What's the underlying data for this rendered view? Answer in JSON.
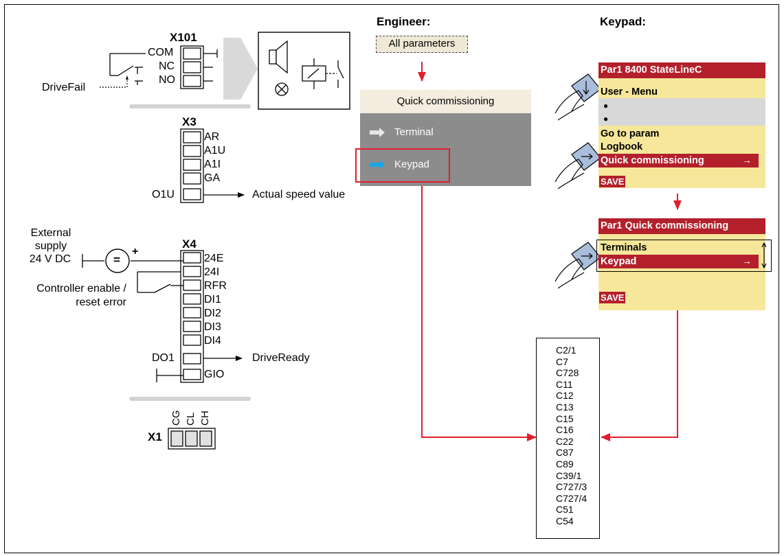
{
  "headers": {
    "engineer": "Engineer:",
    "keypad": "Keypad:"
  },
  "engineer": {
    "all_parameters": "All parameters",
    "panel_title": "Quick commissioning",
    "items": [
      "Terminal",
      "Keypad"
    ]
  },
  "keypad_menu1": {
    "title": "Par1 8400 StateLineC",
    "user_menu": "User - Menu",
    "bullets": [
      "●",
      "●"
    ],
    "go_to_param": "Go to param",
    "logbook": "Logbook",
    "quick_commissioning": "Quick commissioning",
    "arrow": "→",
    "save": "SAVE"
  },
  "keypad_menu2": {
    "title": "Par1 Quick commissioning",
    "terminals": "Terminals",
    "keypad": "Keypad",
    "arrow": "→",
    "save": "SAVE"
  },
  "codes": [
    "C2/1",
    "C7",
    "C728",
    "C11",
    "C12",
    "C13",
    "C15",
    "C16",
    "C22",
    "C87",
    "C89",
    "C39/1",
    "C727/3",
    "C727/4",
    "C51",
    "C54"
  ],
  "x101": {
    "name": "X101",
    "terminals": [
      "COM",
      "NC",
      "NO"
    ],
    "signal": "DriveFail"
  },
  "x3": {
    "name": "X3",
    "terminals": [
      "AR",
      "A1U",
      "A1I",
      "GA"
    ],
    "output_terminal": "O1U",
    "output_label": "Actual speed value"
  },
  "x4": {
    "name": "X4",
    "right_terminals": [
      "24E",
      "24I",
      "RFR",
      "DI1",
      "DI2",
      "DI3",
      "DI4"
    ],
    "do_terminal": "DO1",
    "do_label": "DriveReady",
    "gio": "GIO",
    "supply_lines": [
      "External",
      "supply",
      "24 V DC"
    ],
    "supply_symbol": "=",
    "plus": "+",
    "enable_lines": [
      "Controller enable /",
      "reset error"
    ]
  },
  "x1": {
    "name": "X1",
    "terminals": [
      "CG",
      "CL",
      "CH"
    ]
  },
  "colors": {
    "accent_red": "#e21d2c",
    "title_red": "#b3202c",
    "keypad_yellow": "#f6e79a",
    "panel_grey": "#8c8c8c",
    "blue_arrow": "#1aa7e6"
  }
}
